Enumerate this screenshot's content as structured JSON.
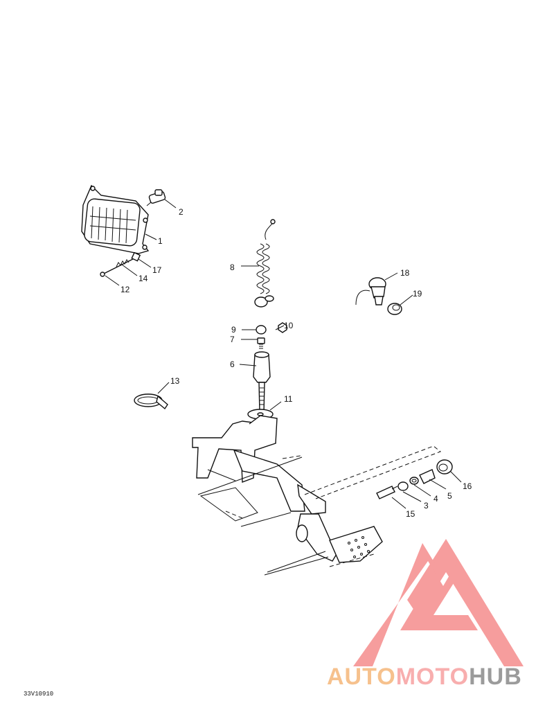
{
  "callouts": [
    {
      "id": "c1",
      "label": "1"
    },
    {
      "id": "c2",
      "label": "2"
    },
    {
      "id": "c3",
      "label": "3"
    },
    {
      "id": "c4",
      "label": "4"
    },
    {
      "id": "c5",
      "label": "5"
    },
    {
      "id": "c6",
      "label": "6"
    },
    {
      "id": "c7",
      "label": "7"
    },
    {
      "id": "c8",
      "label": "8"
    },
    {
      "id": "c9",
      "label": "9"
    },
    {
      "id": "c10",
      "label": "10"
    },
    {
      "id": "c11",
      "label": "11"
    },
    {
      "id": "c12",
      "label": "12"
    },
    {
      "id": "c13",
      "label": "13"
    },
    {
      "id": "c14",
      "label": "14"
    },
    {
      "id": "c15",
      "label": "15"
    },
    {
      "id": "c16",
      "label": "16"
    },
    {
      "id": "c17",
      "label": "17"
    },
    {
      "id": "c18",
      "label": "18"
    },
    {
      "id": "c19",
      "label": "19"
    }
  ],
  "drawing_code": "33V10910",
  "watermark": {
    "part1": "AUTO",
    "part2": "MOTO",
    "part3": "HUB",
    "colors": {
      "auto": "#f5b77a",
      "moto": "#f7a0a0",
      "hub": "#8a8a8a",
      "logo": "#f58c8c"
    }
  }
}
